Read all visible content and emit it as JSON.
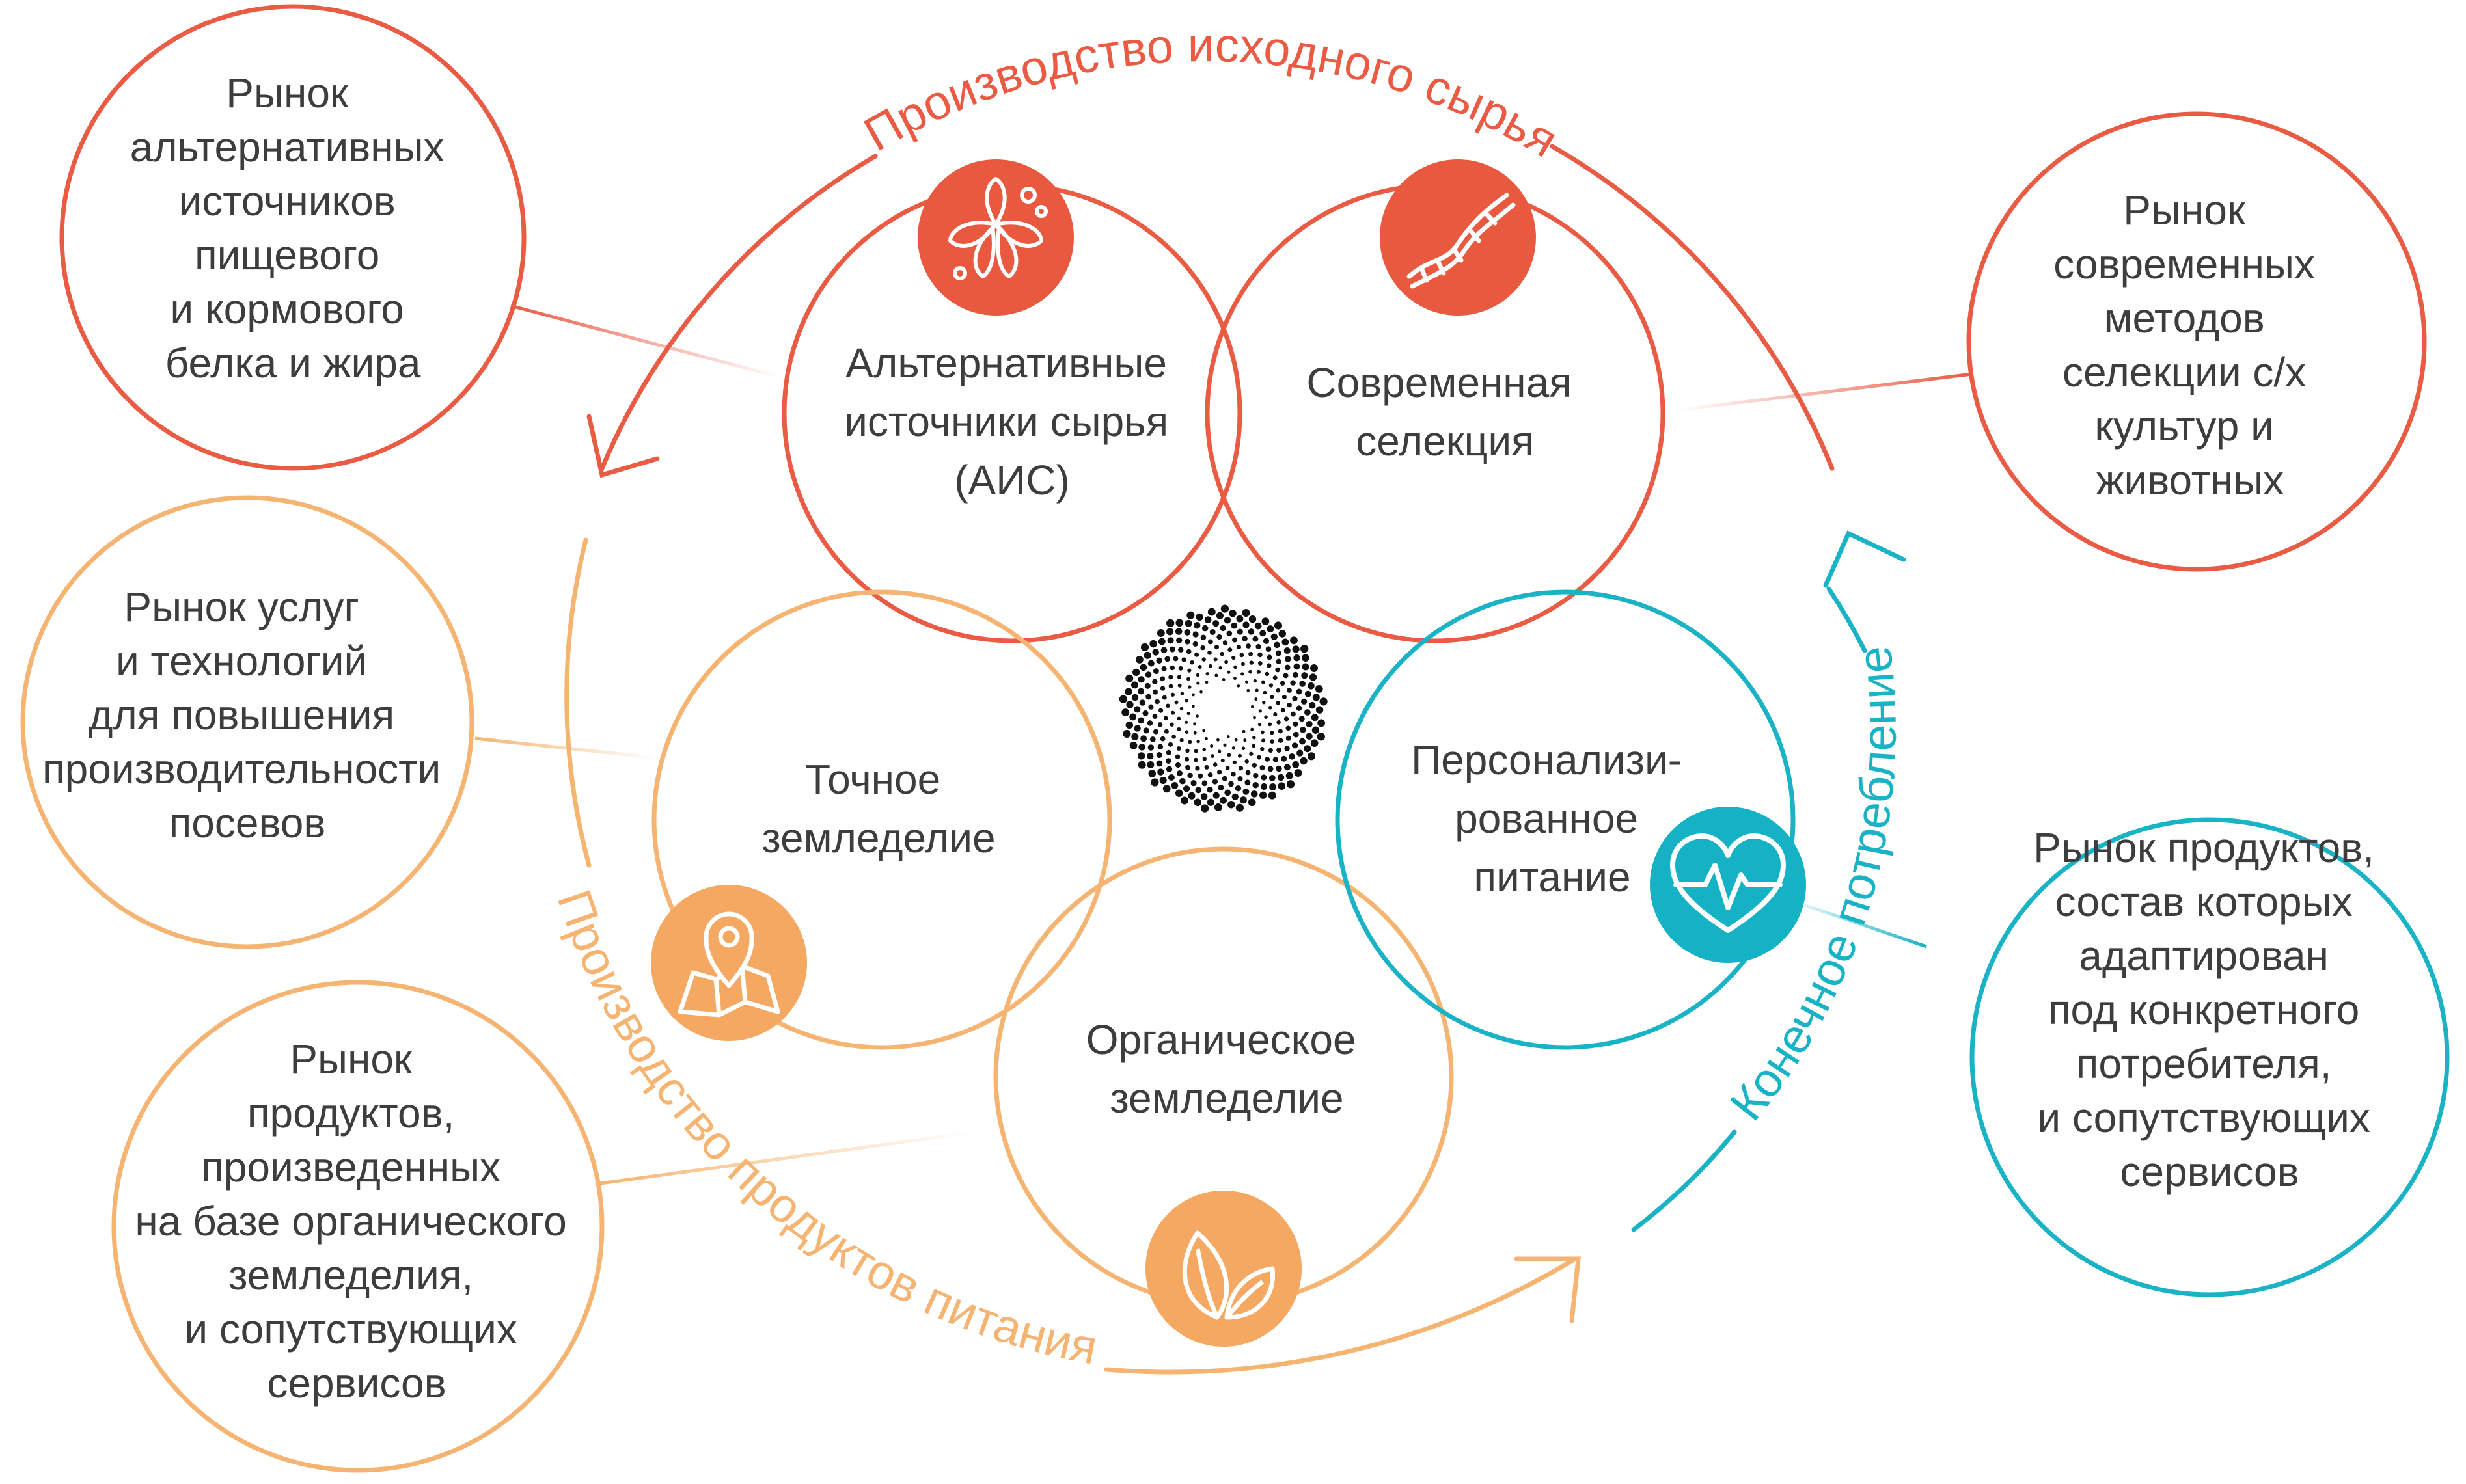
{
  "colors": {
    "red": "#ea5b44",
    "orange": "#f5b471",
    "teal": "#1ab3c6",
    "text": "#3d3d3d",
    "icon_fill_red": "#e8593f",
    "icon_fill_orange": "#f4a862",
    "icon_fill_teal": "#15b2c5"
  },
  "flows": {
    "raw": "Производство исходного сырья",
    "food": "Производство продуктов питания",
    "consumption": "Конечное потребление"
  },
  "segments": {
    "ais": [
      "Альтернативные",
      "источники сырья",
      "(АИС)"
    ],
    "selection": [
      "Современная",
      "селекция"
    ],
    "precision": [
      "Точное",
      "земледелие"
    ],
    "organic": [
      "Органическое",
      "земледелие"
    ],
    "personal": [
      "Персонализи-",
      "рованное",
      "питание"
    ]
  },
  "markets": {
    "alt_protein": [
      "Рынок",
      "альтернативных",
      "источников",
      "пищевого",
      "и кормового",
      "белка и жира"
    ],
    "breeding": [
      "Рынок",
      "современных",
      "методов",
      "селекции с/х",
      "культур и",
      "животных"
    ],
    "services": [
      "Рынок услуг",
      "и технологий",
      "для повышения",
      "производительности",
      "посевов"
    ],
    "organic_products": [
      "Рынок",
      "продуктов,",
      "произведенных",
      "на базе органического",
      "земледелия,",
      "и сопутствующих",
      "сервисов"
    ],
    "personal_products": [
      "Рынок продуктов,",
      "состав которых",
      "адаптирован",
      "под конкретного",
      "потребителя,",
      "и сопутствующих",
      "сервисов"
    ]
  },
  "icons": {
    "ais": "flower-molecule-icon",
    "selection": "dna-icon",
    "precision": "map-pin-icon",
    "organic": "leaves-icon",
    "personal": "heart-pulse-icon",
    "center": "dotted-spiral-logo"
  }
}
